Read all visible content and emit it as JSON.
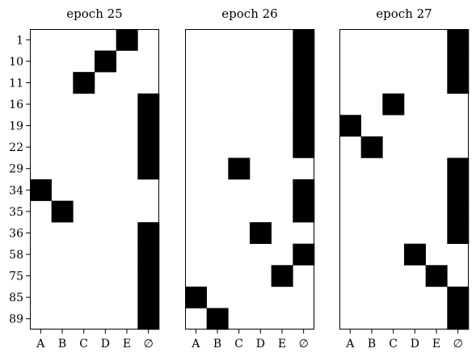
{
  "chart_data": [
    {
      "type": "heatmap",
      "title": "epoch 25",
      "columns": [
        "A",
        "B",
        "C",
        "D",
        "E",
        "∅"
      ],
      "rows": [
        "1",
        "10",
        "11",
        "16",
        "19",
        "22",
        "29",
        "34",
        "35",
        "36",
        "58",
        "75",
        "85",
        "89"
      ],
      "values": [
        [
          0,
          0,
          0,
          0,
          1,
          0
        ],
        [
          0,
          0,
          0,
          1,
          0,
          0
        ],
        [
          0,
          0,
          1,
          0,
          0,
          0
        ],
        [
          0,
          0,
          0,
          0,
          0,
          1
        ],
        [
          0,
          0,
          0,
          0,
          0,
          1
        ],
        [
          0,
          0,
          0,
          0,
          0,
          1
        ],
        [
          0,
          0,
          0,
          0,
          0,
          1
        ],
        [
          1,
          0,
          0,
          0,
          0,
          0
        ],
        [
          0,
          1,
          0,
          0,
          0,
          0
        ],
        [
          0,
          0,
          0,
          0,
          0,
          1
        ],
        [
          0,
          0,
          0,
          0,
          0,
          1
        ],
        [
          0,
          0,
          0,
          0,
          0,
          1
        ],
        [
          0,
          0,
          0,
          0,
          0,
          1
        ],
        [
          0,
          0,
          0,
          0,
          0,
          1
        ]
      ],
      "colors": {
        "filled": "#000000",
        "empty": "#ffffff"
      },
      "show_row_labels": true
    },
    {
      "type": "heatmap",
      "title": "epoch 26",
      "columns": [
        "A",
        "B",
        "C",
        "D",
        "E",
        "∅"
      ],
      "rows": [
        "1",
        "10",
        "11",
        "16",
        "19",
        "22",
        "29",
        "34",
        "35",
        "36",
        "58",
        "75",
        "85",
        "89"
      ],
      "values": [
        [
          0,
          0,
          0,
          0,
          0,
          1
        ],
        [
          0,
          0,
          0,
          0,
          0,
          1
        ],
        [
          0,
          0,
          0,
          0,
          0,
          1
        ],
        [
          0,
          0,
          0,
          0,
          0,
          1
        ],
        [
          0,
          0,
          0,
          0,
          0,
          1
        ],
        [
          0,
          0,
          0,
          0,
          0,
          1
        ],
        [
          0,
          0,
          1,
          0,
          0,
          0
        ],
        [
          0,
          0,
          0,
          0,
          0,
          1
        ],
        [
          0,
          0,
          0,
          0,
          0,
          1
        ],
        [
          0,
          0,
          0,
          1,
          0,
          0
        ],
        [
          0,
          0,
          0,
          0,
          0,
          1
        ],
        [
          0,
          0,
          0,
          0,
          1,
          0
        ],
        [
          1,
          0,
          0,
          0,
          0,
          0
        ],
        [
          0,
          1,
          0,
          0,
          0,
          0
        ]
      ],
      "colors": {
        "filled": "#000000",
        "empty": "#ffffff"
      },
      "show_row_labels": false
    },
    {
      "type": "heatmap",
      "title": "epoch 27",
      "columns": [
        "A",
        "B",
        "C",
        "D",
        "E",
        "∅"
      ],
      "rows": [
        "1",
        "10",
        "11",
        "16",
        "19",
        "22",
        "29",
        "34",
        "35",
        "36",
        "58",
        "75",
        "85",
        "89"
      ],
      "values": [
        [
          0,
          0,
          0,
          0,
          0,
          1
        ],
        [
          0,
          0,
          0,
          0,
          0,
          1
        ],
        [
          0,
          0,
          0,
          0,
          0,
          1
        ],
        [
          0,
          0,
          1,
          0,
          0,
          0
        ],
        [
          1,
          0,
          0,
          0,
          0,
          0
        ],
        [
          0,
          1,
          0,
          0,
          0,
          0
        ],
        [
          0,
          0,
          0,
          0,
          0,
          1
        ],
        [
          0,
          0,
          0,
          0,
          0,
          1
        ],
        [
          0,
          0,
          0,
          0,
          0,
          1
        ],
        [
          0,
          0,
          0,
          0,
          0,
          1
        ],
        [
          0,
          0,
          0,
          1,
          0,
          0
        ],
        [
          0,
          0,
          0,
          0,
          1,
          0
        ],
        [
          0,
          0,
          0,
          0,
          0,
          1
        ],
        [
          0,
          0,
          0,
          0,
          0,
          1
        ]
      ],
      "colors": {
        "filled": "#000000",
        "empty": "#ffffff"
      },
      "show_row_labels": false
    }
  ]
}
